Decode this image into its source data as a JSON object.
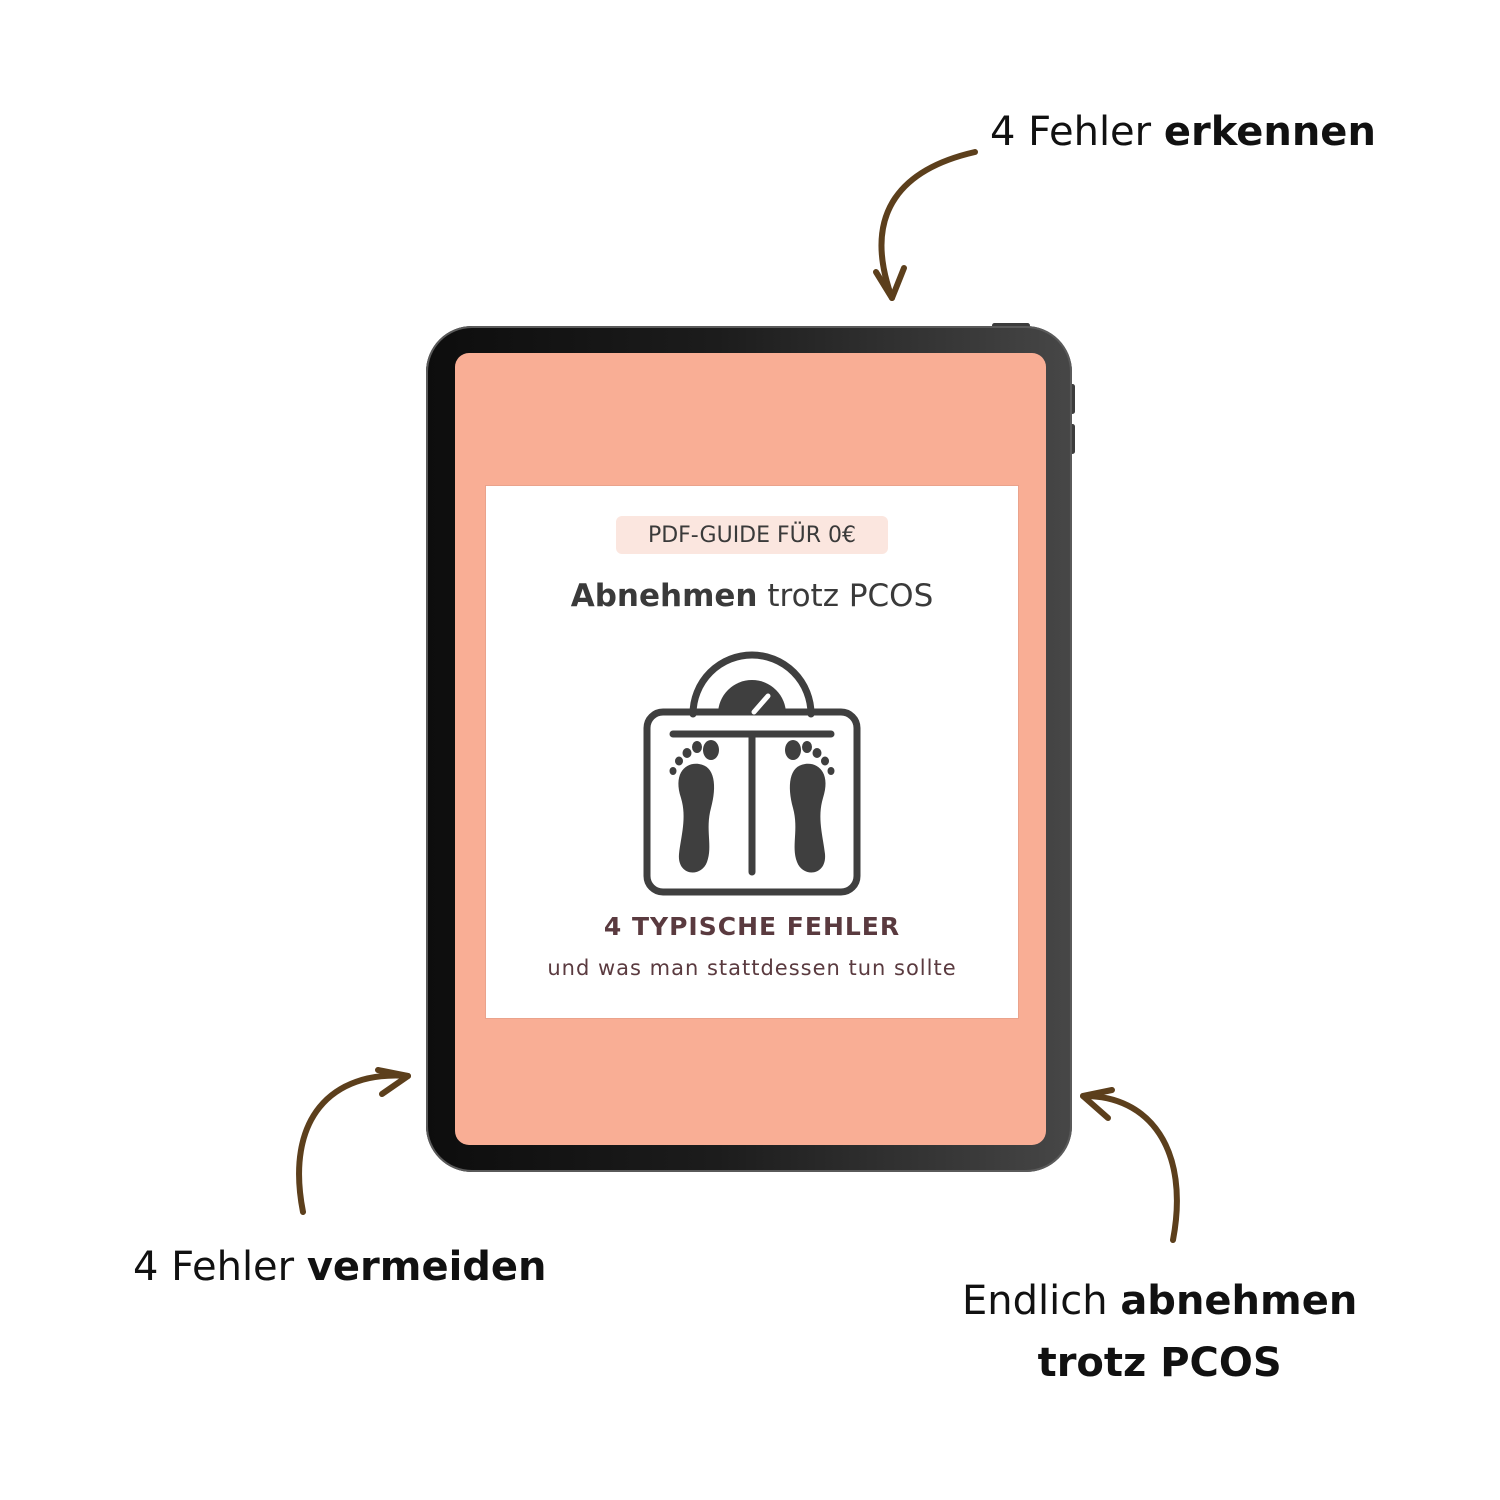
{
  "callouts": {
    "top": {
      "regular": "4 Fehler",
      "bold": "erkennen"
    },
    "left": {
      "regular": "4 Fehler",
      "bold": "vermeiden"
    },
    "right": {
      "regular": "Endlich",
      "bold": "abnehmen",
      "bold_line2": "trotz PCOS"
    }
  },
  "cover": {
    "badge": "PDF-GUIDE FÜR 0€",
    "title_bold": "Abnehmen",
    "title_regular": "trotz PCOS",
    "headline": "4 TYPISCHE FEHLER",
    "subline": "und was man stattdessen tun sollte",
    "illustration": "scale-with-footprints-icon"
  },
  "colors": {
    "background": "#ffffff",
    "screen": "#f9ae95",
    "badge_bg": "#fbe6df",
    "cover_text": "#5a3a3f",
    "icon": "#3f3f3f",
    "arrow": "#5c3f1c"
  }
}
